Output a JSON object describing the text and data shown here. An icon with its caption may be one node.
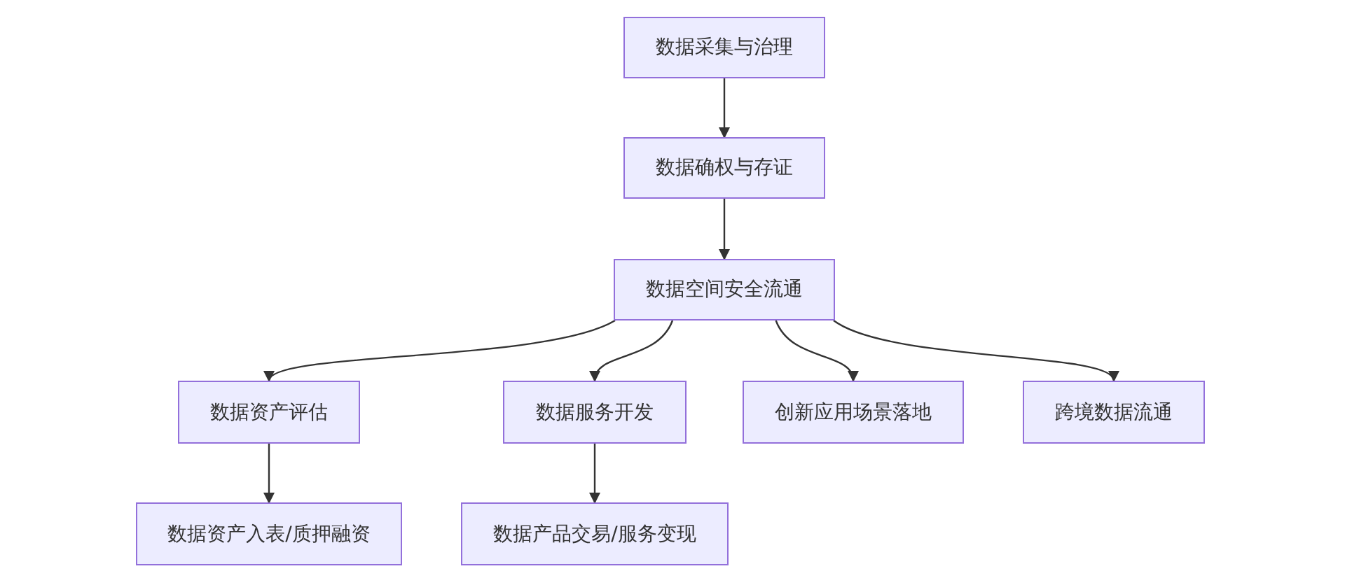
{
  "diagram": {
    "nodes": [
      {
        "text": [
          "数据采集与治理"
        ]
      },
      {
        "text": [
          "数据确权与存证"
        ]
      },
      {
        "text": [
          "数据空间安全流通"
        ]
      },
      {
        "text": [
          "数据资产评估"
        ]
      },
      {
        "text": [
          "数据服务开发"
        ]
      },
      {
        "text": [
          "创新应用场景落地"
        ]
      },
      {
        "text": [
          "跨境数据流通"
        ]
      },
      {
        "text": [
          "数据资产入表/质押融资"
        ]
      },
      {
        "text": [
          "数据产品交易/服务变现"
        ]
      }
    ],
    "edges": [
      {
        "from": 0,
        "to": 1,
        "arrow": "to"
      },
      {
        "from": 1,
        "to": 2,
        "arrow": "to"
      },
      {
        "from": 2,
        "to": 3,
        "arrow": "to"
      },
      {
        "from": 2,
        "to": 4,
        "arrow": "to"
      },
      {
        "from": 2,
        "to": 5,
        "arrow": "to"
      },
      {
        "from": 2,
        "to": 6,
        "arrow": "to"
      },
      {
        "from": 3,
        "to": 7,
        "arrow": "to"
      },
      {
        "from": 4,
        "to": 8,
        "arrow": "to"
      }
    ]
  }
}
